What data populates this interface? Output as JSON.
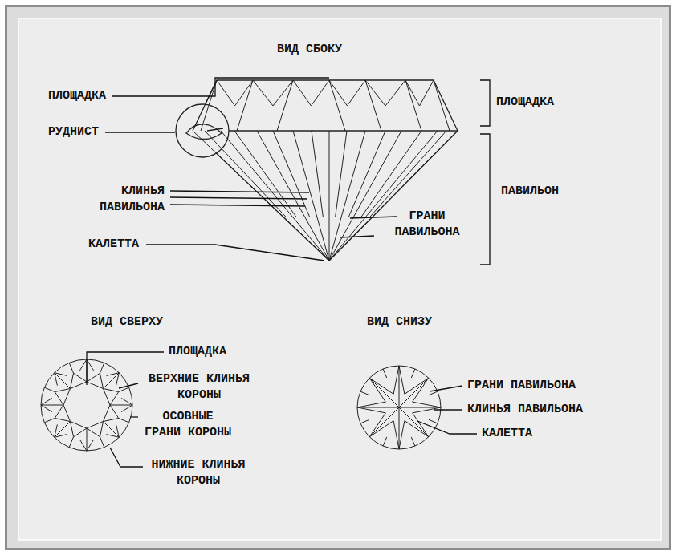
{
  "diagram": {
    "labels": [
      "ВИД СБОКУ",
      "ПЛОЩАДКА",
      "РУДНИСТ",
      "КЛИНЬЯ ПАВИЛЬОНА",
      "КАЛЕТТА",
      "ПЛОЩАДКА",
      "ПАВИЛЬОН",
      "ГРАНИ ПАВИЛЬОНА",
      "ВИД СВЕРХУ",
      "ВИД СНИЗУ",
      "ПЛОЩАДКА",
      "ВЕРХНИЕ КЛИНЬЯ КОРОНЫ",
      "ОСОВНЫЕ ГРАНИ КОРОНЫ",
      "НИЖНИЕ КЛИНЬЯ КОРОНЫ",
      "ГРАНИ ПАВИЛЬОНА",
      "КЛИНЬЯ ПАВИЛЬОНА",
      "КАЛЕТТА"
    ]
  }
}
